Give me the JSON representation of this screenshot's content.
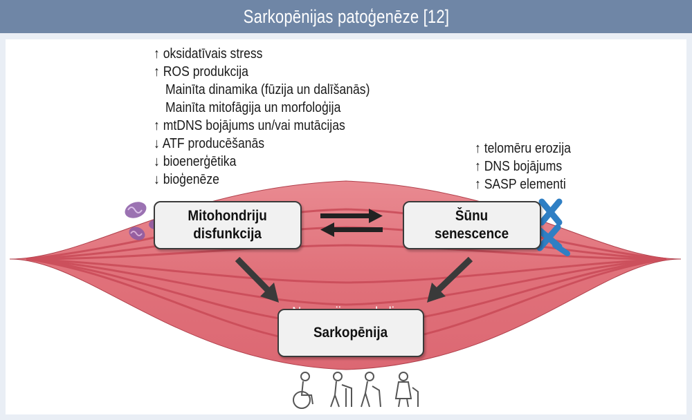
{
  "header": {
    "title": "Sarkopēnijas patoģenēze [12]"
  },
  "left_list": [
    "↑ oksidatīvais stress",
    "↑ ROS produkcija",
    "   Mainīta dinamika (fūzija un dalīšanās)",
    "   Mainīta mitofāgija un morfoloģija",
    "↑ mtDNS bojājums un/vai mutācijas",
    "↓ ATF producēšanās",
    "↓ bioenerģētika",
    "↓ bioģenēze"
  ],
  "right_list": [
    "↑ telomēru erozija",
    "↑ DNS bojājums",
    "↑ SASP elementi"
  ],
  "boxes": {
    "mito_line1": "Mitohondriju",
    "mito_line2": "disfunkcija",
    "senescence_line1": "Šūnu",
    "senescence_line2": "senescence",
    "sarcopenia": "Sarkopēnija"
  },
  "muscle_label": "Novecojis muskulis",
  "icons": [
    "mitochondria-icon",
    "chromosome-icon",
    "wheelchair-person-icon",
    "walker-person-icon",
    "cane-person-icon",
    "elderly-woman-cane-icon"
  ],
  "colors": {
    "header": "#6f86a6",
    "muscle": "#e0717a",
    "muscle_stripe": "#c94a57",
    "chromosome": "#2f7fc4",
    "mito": "#8a5aa5"
  }
}
